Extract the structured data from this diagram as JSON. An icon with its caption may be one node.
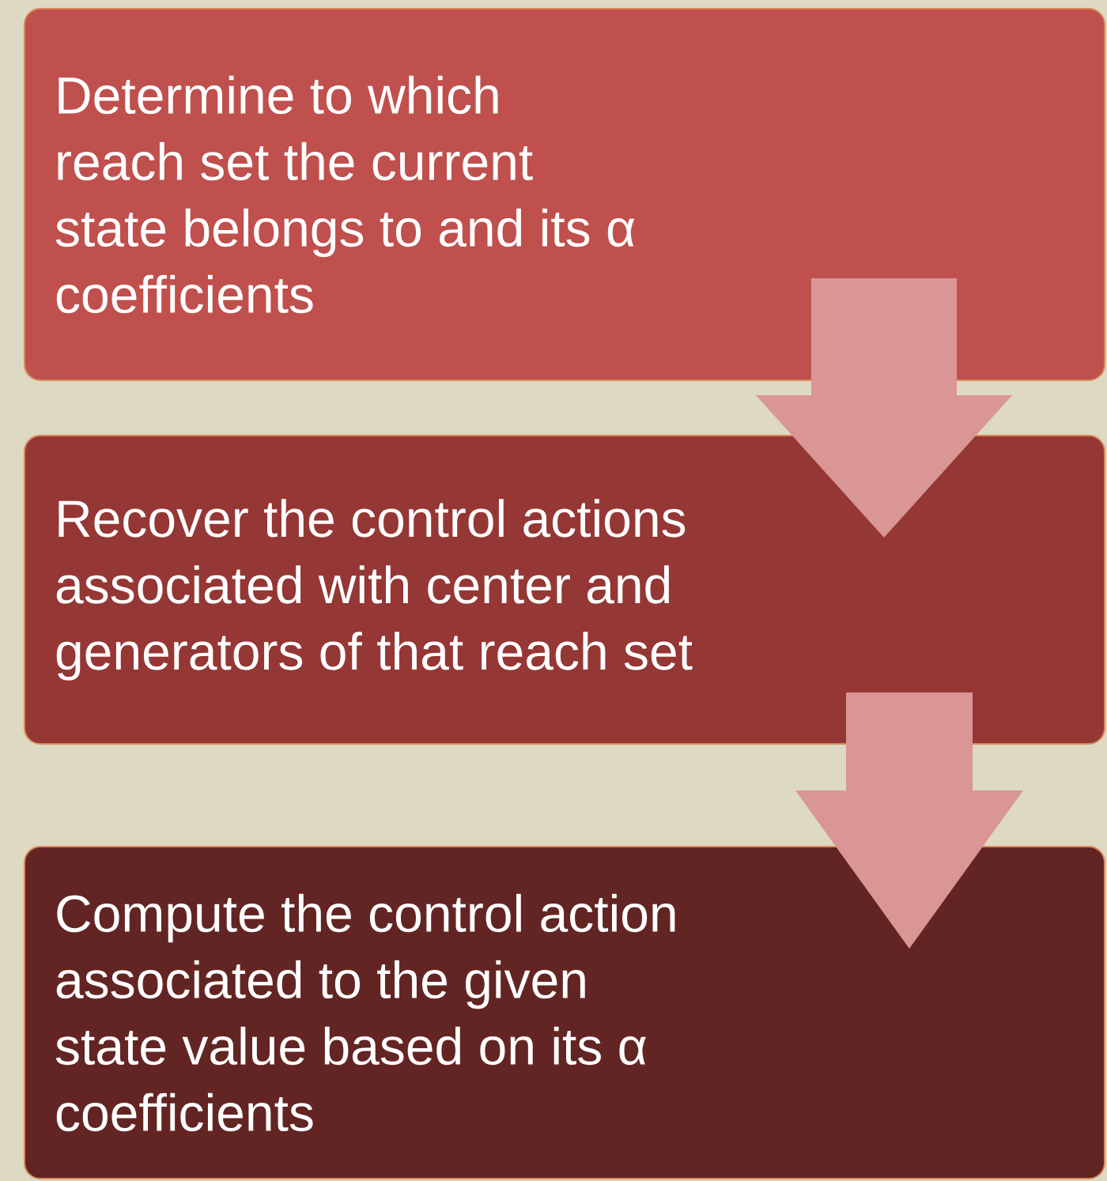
{
  "diagram": {
    "nodes": [
      {
        "text": [
          "Determine to which reach set the current state belongs to and its α coefficients"
        ]
      },
      {
        "text": [
          "Recover the control actions associated with  center and generators of that reach set"
        ]
      },
      {
        "text": [
          "Compute the control action associated to the given state value based on its α coefficients"
        ]
      }
    ],
    "edges": [
      {
        "from": 0,
        "to": 1,
        "arrow": "to"
      },
      {
        "from": 1,
        "to": 2,
        "arrow": "to"
      }
    ]
  }
}
